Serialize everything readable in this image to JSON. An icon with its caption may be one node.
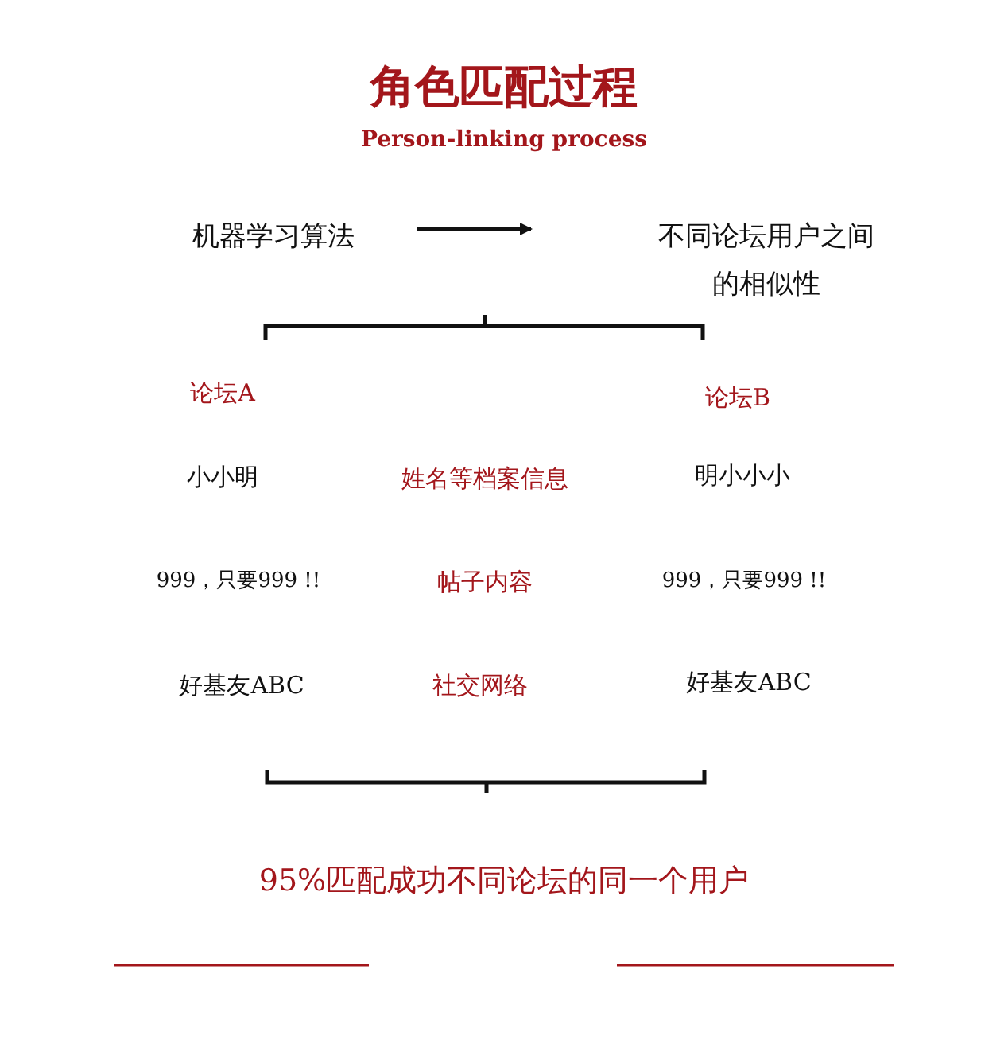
{
  "diagram": {
    "title": "角色匹配过程",
    "caption": "Person-linking process",
    "nodes": [
      {
        "text": [
          "机器学习算法"
        ]
      },
      {
        "text": [
          "不同论坛用户之间的相似性"
        ]
      }
    ],
    "edges": [
      {
        "from": 0,
        "to": 1,
        "arrow": "to"
      }
    ],
    "labels": [
      "论坛A",
      "论坛B",
      "小小明",
      "姓名等档案信息",
      "明小小小",
      "999，只要999 !!",
      "帖子内容",
      "999，只要999 !!",
      "好基友ABC",
      "社交网络",
      "好基友ABC",
      "95%匹配成功不同论坛的同一个用户"
    ]
  }
}
